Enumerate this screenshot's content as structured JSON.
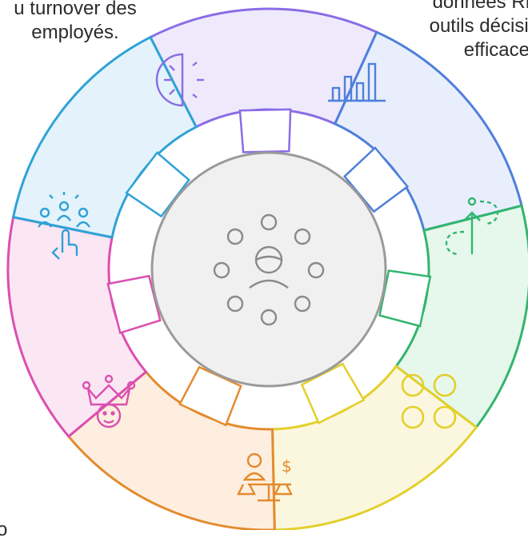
{
  "labels": {
    "top_left": [
      "u turnover des",
      "employés."
    ],
    "top_right": [
      "données RH",
      "outils décisio",
      "efficaces"
    ],
    "bottom_left": "o"
  },
  "colors": {
    "purple": "#8b6ce6",
    "blue": "#4f7fdc",
    "green": "#33b56e",
    "yellow": "#e4cf2b",
    "orange": "#e48a2e",
    "pink": "#db4fb0",
    "cyan": "#2fa2d6",
    "gray": "#8a8a8a"
  },
  "segments": [
    {
      "id": "purple",
      "icon": "half-circle-icon",
      "fill": "#efeafb",
      "stroke": "#8b6ce6"
    },
    {
      "id": "blue",
      "icon": "bar-chart-icon",
      "fill": "#e8eefc",
      "stroke": "#4f7fdc"
    },
    {
      "id": "green",
      "icon": "growth-arrow-icon",
      "fill": "#e6f7ec",
      "stroke": "#33b56e"
    },
    {
      "id": "yellow",
      "icon": "four-circles-icon",
      "fill": "#fbf7df",
      "stroke": "#e4cf2b"
    },
    {
      "id": "orange",
      "icon": "balance-person-icon",
      "fill": "#fdeedf",
      "stroke": "#e48a2e"
    },
    {
      "id": "pink",
      "icon": "crowned-face-icon",
      "fill": "#fbe6f3",
      "stroke": "#db4fb0"
    },
    {
      "id": "cyan",
      "icon": "team-selection-icon",
      "fill": "#e4f3fb",
      "stroke": "#2fa2d6"
    }
  ],
  "center_icon": "network-person-icon"
}
